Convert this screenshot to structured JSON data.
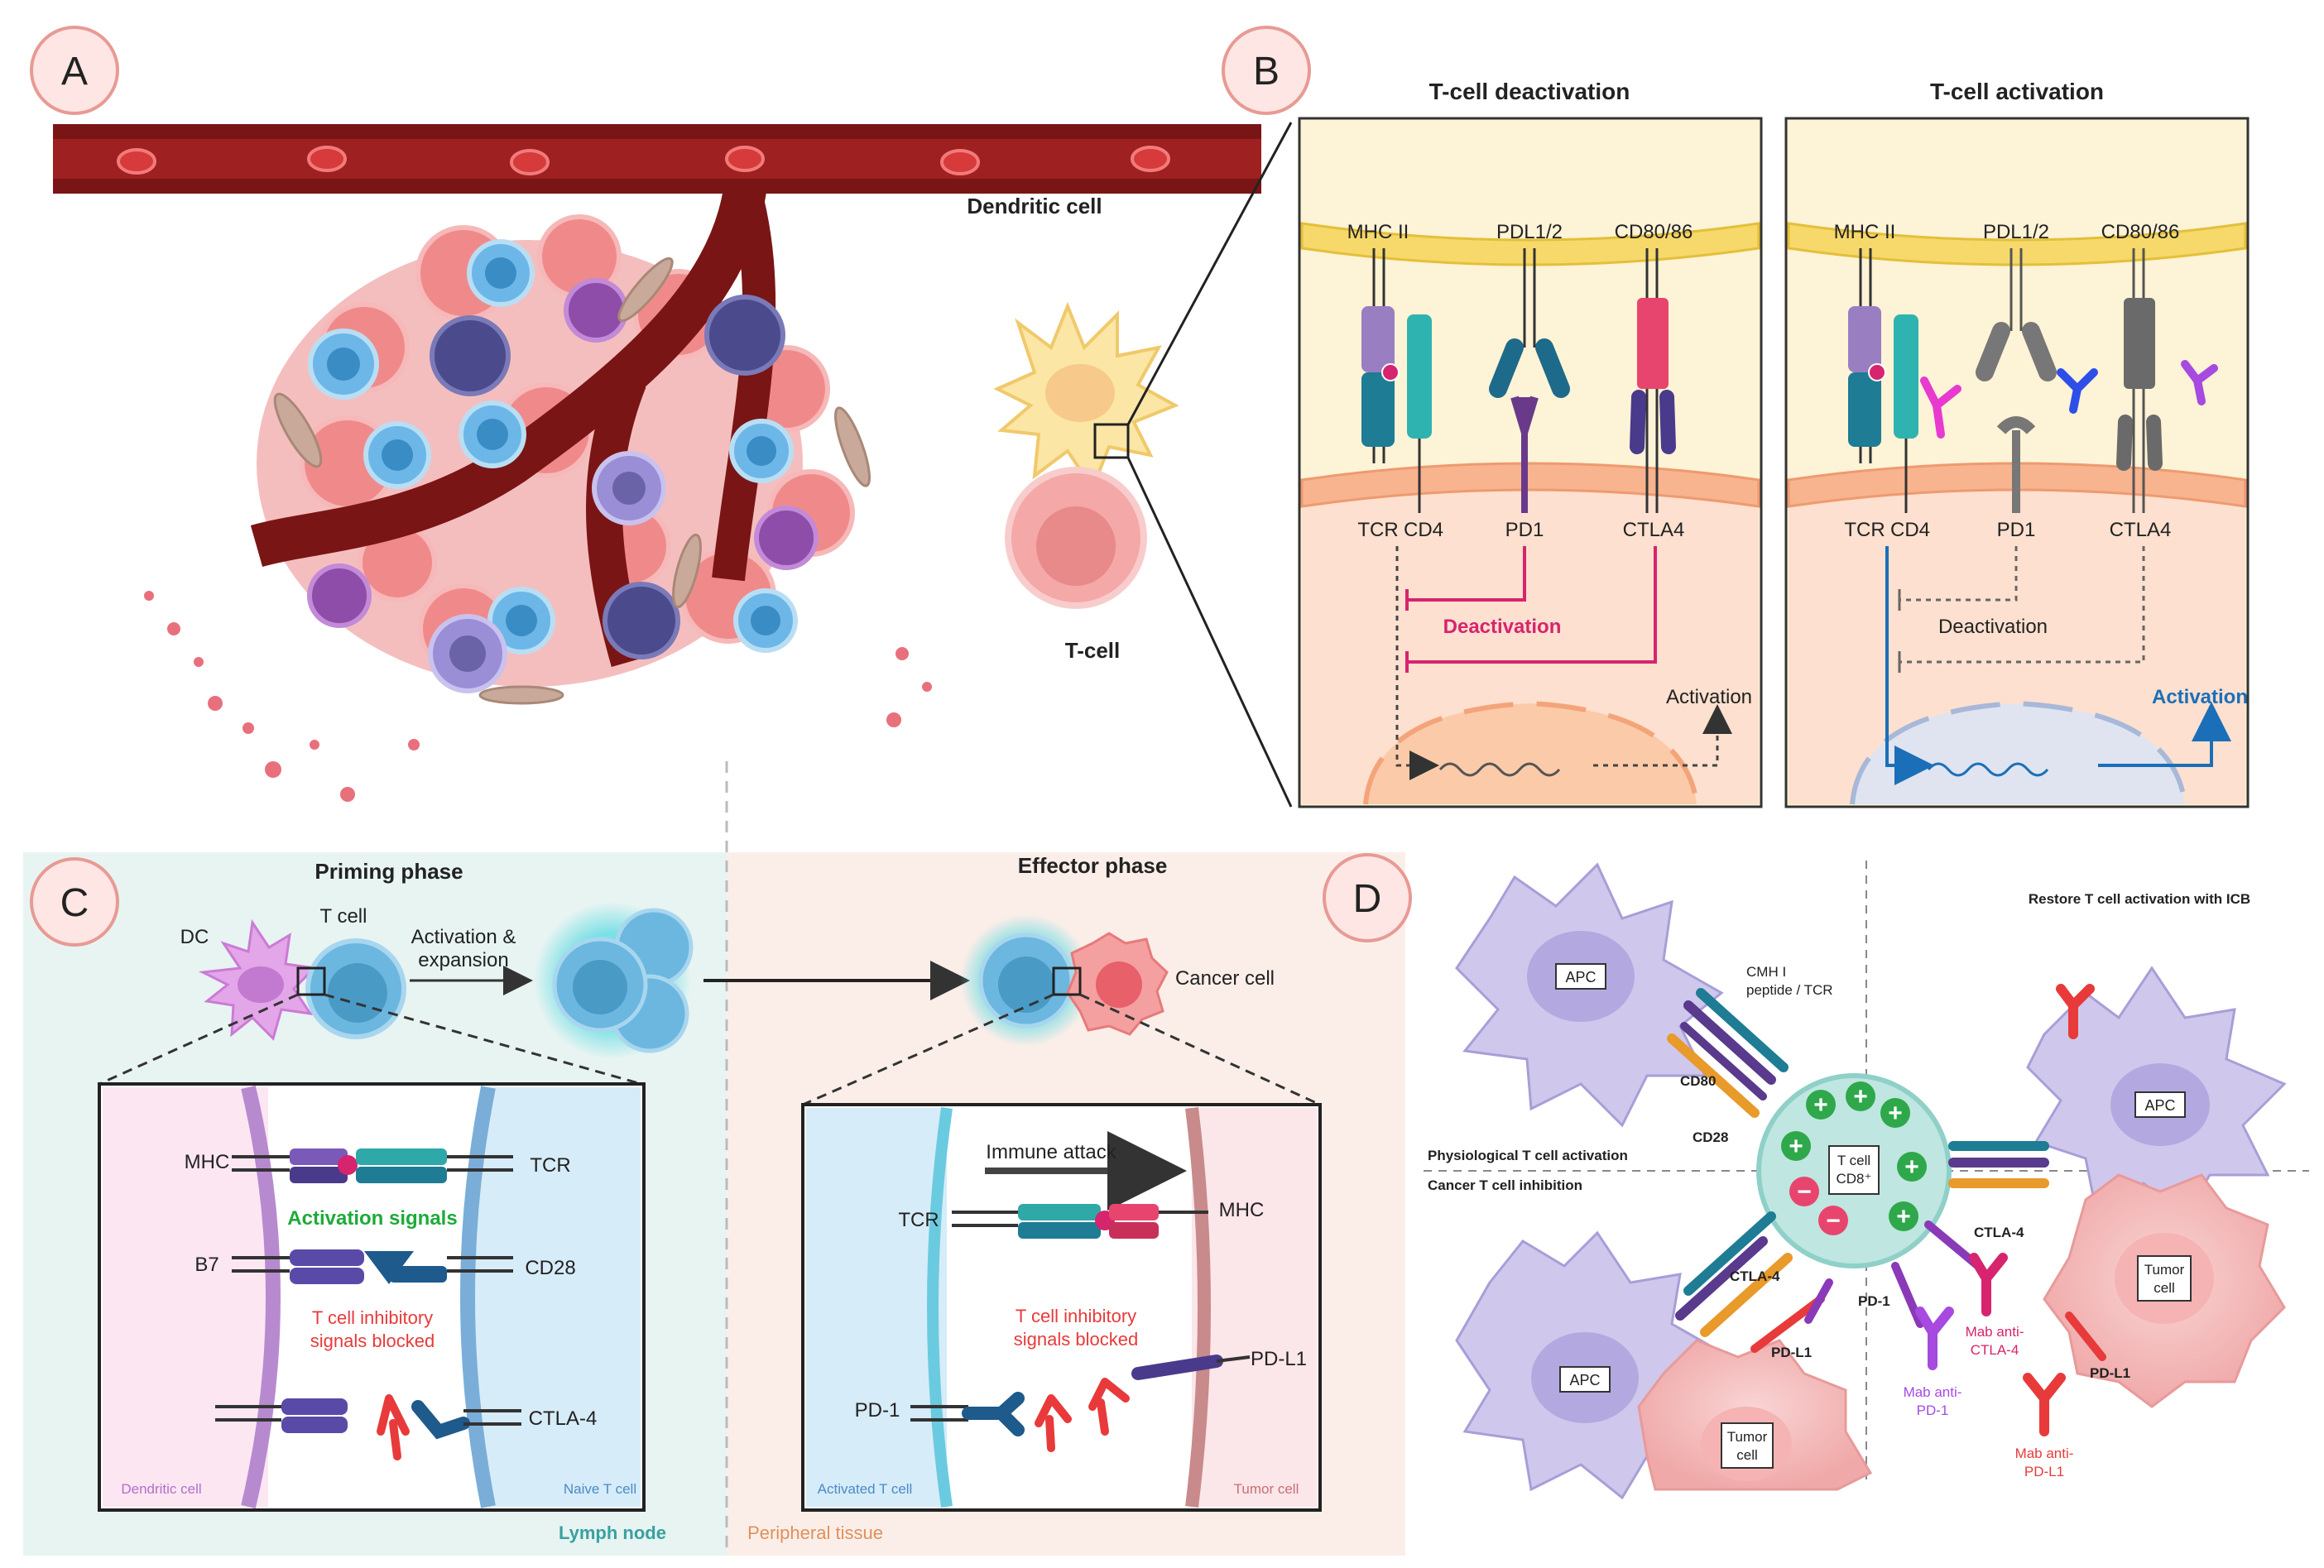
{
  "panels": {
    "a": {
      "letter": "A",
      "dendritic_label": "Dendritic cell",
      "tcell_label": "T-cell"
    },
    "b": {
      "letter": "B",
      "deactivation": {
        "title": "T-cell deactivation",
        "mhc": "MHC II",
        "pdl": "PDL1/2",
        "cd80": "CD80/86",
        "tcr": "TCR",
        "cd4": "CD4",
        "pd1": "PD1",
        "ctla4": "CTLA4",
        "deact": "Deactivation",
        "act": "Activation"
      },
      "activation": {
        "title": "T-cell activation",
        "mhc": "MHC II",
        "pdl": "PDL1/2",
        "cd80": "CD80/86",
        "tcr": "TCR",
        "cd4": "CD4",
        "pd1": "PD1",
        "ctla4": "CTLA4",
        "deact": "Deactivation",
        "act": "Activation"
      }
    },
    "c": {
      "letter": "C",
      "priming": "Priming phase",
      "effector": "Effector phase",
      "dc": "DC",
      "tcell": "T cell",
      "activation_expansion_1": "Activation &",
      "activation_expansion_2": "expansion",
      "cancer_cell": "Cancer cell",
      "left_box": {
        "mhc": "MHC",
        "tcr": "TCR",
        "activation_signals": "Activation signals",
        "b7": "B7",
        "cd28": "CD28",
        "inhib_1": "T cell inhibitory",
        "inhib_2": "signals blocked",
        "ctla4": "CTLA-4",
        "dendritic_cell": "Dendritic cell",
        "naive_t": "Naive T cell"
      },
      "right_box": {
        "immune_attack": "Immune attack",
        "tcr": "TCR",
        "mhc": "MHC",
        "inhib_1": "T cell inhibitory",
        "inhib_2": "signals blocked",
        "pdl1": "PD-L1",
        "pd1": "PD-1",
        "activated_t": "Activated T cell",
        "tumor_cell": "Tumor cell"
      },
      "lymph_node": "Lymph node",
      "peripheral": "Peripheral tissue"
    },
    "d": {
      "letter": "D",
      "restore": "Restore T cell activation with ICB",
      "apc": "APC",
      "cmh_1": "CMH I",
      "cmh_2": "peptide / TCR",
      "cd80": "CD80",
      "cd28": "CD28",
      "physiological": "Physiological T cell activation",
      "cancer_inhib": "Cancer T cell inhibition",
      "tcell_1": "T cell",
      "tcell_2": "CD8⁺",
      "ctla4": "CTLA-4",
      "pd1": "PD-1",
      "pdl1": "PD-L1",
      "tumor_1": "Tumor",
      "tumor_2": "cell",
      "mab_pd1_1": "Mab anti-",
      "mab_pd1_2": "PD-1",
      "mab_ctla4_1": "Mab anti-",
      "mab_ctla4_2": "CTLA-4",
      "mab_pdl1_1": "Mab anti-",
      "mab_pdl1_2": "PD-L1",
      "plus": "+",
      "minus": "−"
    }
  },
  "colors": {
    "vessel": "#8b1a1a",
    "deactivation": "#d6246e",
    "activation": "#1b6fb8",
    "apc_fill": "#cfc8ec",
    "tumor_fill": "#f7c4c4",
    "tcell_fill": "#bfe6e0",
    "primed_bg": "#e7f4f2",
    "effector_bg": "#fbeee9"
  }
}
